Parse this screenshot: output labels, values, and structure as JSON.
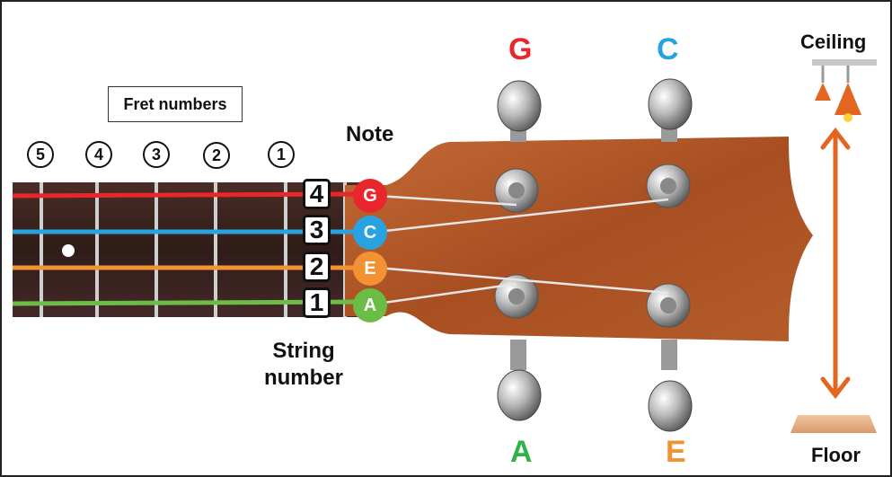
{
  "labels": {
    "fret_numbers": "Fret numbers",
    "note": "Note",
    "string_number": "String number",
    "ceiling": "Ceiling",
    "floor": "Floor"
  },
  "frets": [
    "5",
    "4",
    "3",
    "2",
    "1"
  ],
  "strings": [
    {
      "number": "4",
      "note": "G",
      "color": "#e8262b"
    },
    {
      "number": "3",
      "note": "C",
      "color": "#29a3e0"
    },
    {
      "number": "2",
      "note": "E",
      "color": "#f39233"
    },
    {
      "number": "1",
      "note": "A",
      "color": "#6cbd45"
    }
  ],
  "tuners": {
    "top_left": {
      "note": "G",
      "color": "#e8262b"
    },
    "top_right": {
      "note": "C",
      "color": "#29a3e0"
    },
    "bottom_left": {
      "note": "A",
      "color": "#2fb24a"
    },
    "bottom_right": {
      "note": "E",
      "color": "#f39233"
    }
  },
  "colors": {
    "fretboard": "#3b2420",
    "headstock": "#b65a2a",
    "arrow": "#e2661f"
  }
}
